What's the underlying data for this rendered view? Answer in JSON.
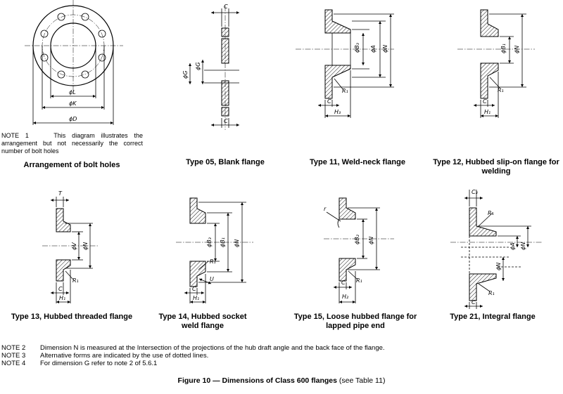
{
  "note1": {
    "label": "NOTE 1",
    "text": "This diagram illustrates the arrangement but not necessarily the correct number of bolt holes"
  },
  "captions": {
    "bolt_holes": "Arrangement of bolt holes",
    "type05": "Type 05, Blank flange",
    "type11": "Type 11, Weld-neck flange",
    "type12": "Type 12, Hubbed slip-on flange for welding",
    "type13": "Type 13, Hubbed threaded flange",
    "type14": "Type 14, Hubbed socket weld flange",
    "type15": "Type 15, Loose hubbed flange for lapped pipe end",
    "type21": "Type 21, Integral flange"
  },
  "dims": {
    "L": "ϕL",
    "K": "ϕK",
    "D": "ϕD",
    "C": "C",
    "G": "ϕG",
    "A": "ϕA",
    "N": "ϕN",
    "B3": "ϕB₃",
    "B1": "ϕB₁",
    "B2": "ϕB₂",
    "H3": "H₃",
    "H1": "H₁",
    "H2": "H₂",
    "R1": "R₁",
    "T": "T",
    "V": "ϕV",
    "U": "U",
    "r": "r",
    "C3": "C₃"
  },
  "notes": [
    {
      "label": "NOTE 2",
      "text": "Dimension N is measured at the Intersection of the projections of the hub draft angle and the back face of the flange."
    },
    {
      "label": "NOTE 3",
      "text": "Alternative forms are indicated by the use of dotted lines."
    },
    {
      "label": "NOTE 4",
      "text": "For dimension G refer to note 2 of 5.6.1"
    }
  ],
  "figure_caption": {
    "bold": "Figure 10 — Dimensions of Class 600 flanges",
    "rest": " (see Table 11)"
  }
}
